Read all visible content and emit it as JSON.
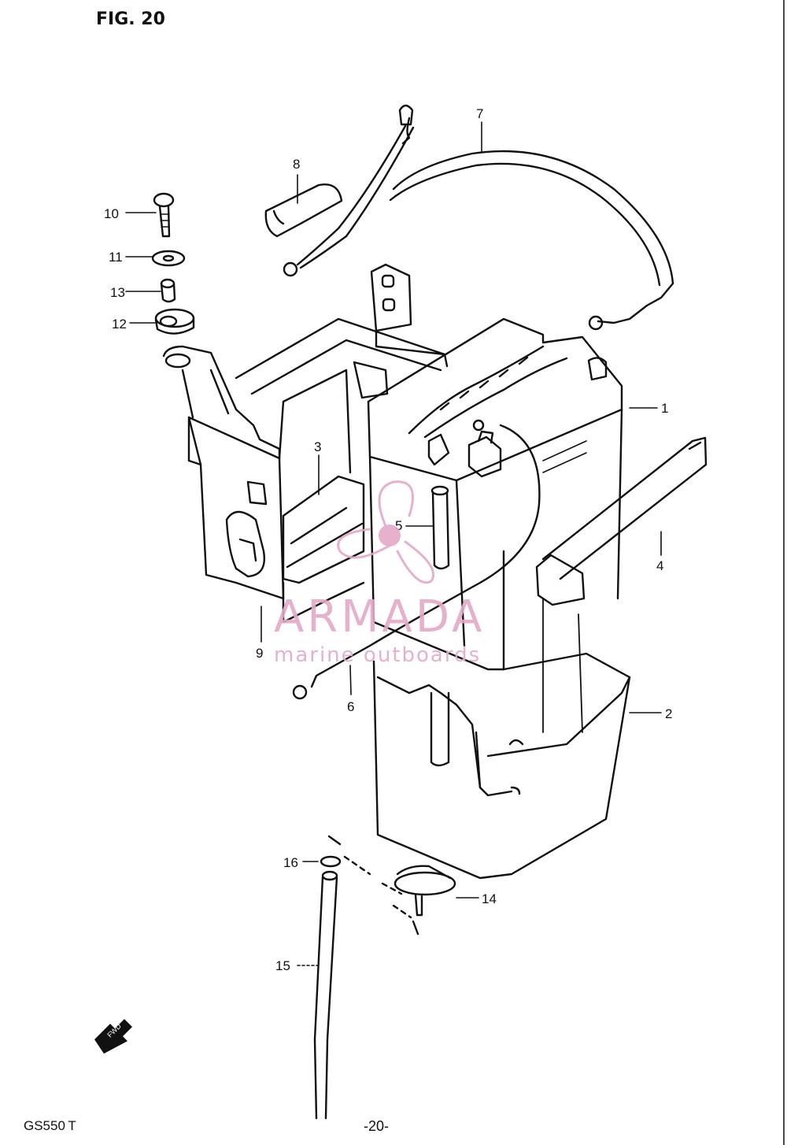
{
  "figure": {
    "title": "FIG. 20"
  },
  "footer": {
    "model": "GS550 T",
    "page": "-20-"
  },
  "callouts": [
    "1",
    "2",
    "3",
    "4",
    "5",
    "6",
    "7",
    "8",
    "9",
    "10",
    "11",
    "12",
    "13",
    "14",
    "15",
    "16"
  ],
  "watermark": {
    "name": "ARMADA",
    "tagline": "marine outboards",
    "color": "#e3a9c8"
  },
  "direction_arrow": {
    "label": "FWD"
  },
  "colors": {
    "ink": "#111111",
    "paper": "#ffffff"
  }
}
